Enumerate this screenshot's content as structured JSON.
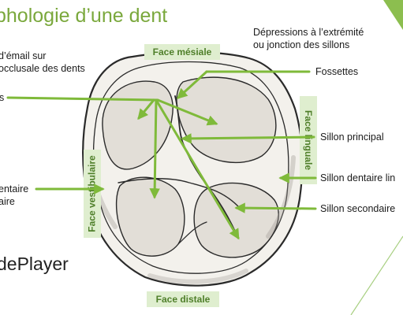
{
  "title": "phologie d’une dent",
  "labels": {
    "top_right": [
      "Dépressions à l’extrémité",
      "ou jonction des sillons"
    ],
    "top_left": [
      "d’émail sur",
      "occlusale des dents"
    ],
    "left_mid": "s",
    "left_low": [
      "entaire",
      "aire"
    ],
    "fossettes": "Fossettes",
    "sillon_principal": "Sillon principal",
    "sillon_dentaire": "Sillon dentaire lin",
    "sillon_secondaire": "Sillon secondaire",
    "player": "dePlayer"
  },
  "faces": {
    "mesiale": "Face mésiale",
    "distale": "Face distale",
    "vestibulaire": "Face vestibulaire",
    "linguale": "Face linguale"
  },
  "colors": {
    "accent": "#7fba3a",
    "face_bg": "#dfeecf",
    "face_text": "#4f7f2a"
  }
}
